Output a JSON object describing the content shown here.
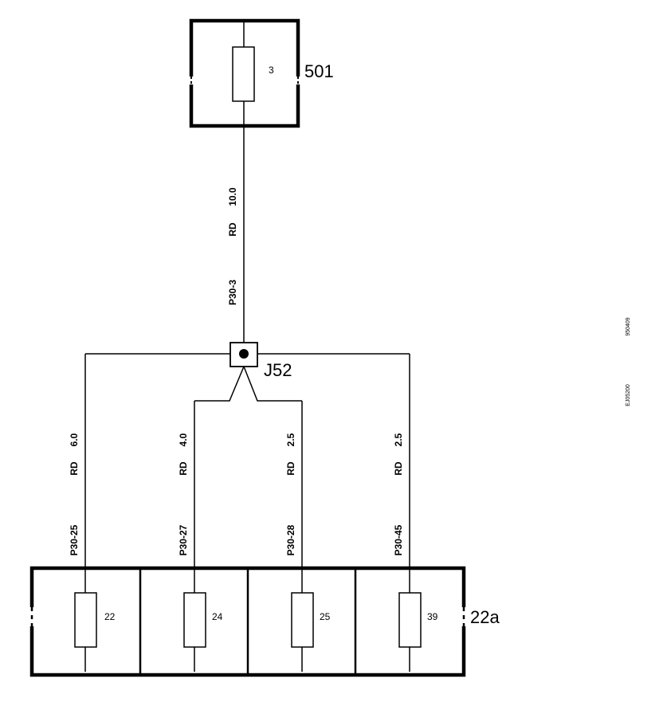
{
  "components": {
    "top_box": {
      "label": "501",
      "fuse": "3"
    },
    "bottom_box": {
      "label": "22a",
      "fuses": [
        "22",
        "24",
        "25",
        "39"
      ]
    }
  },
  "splice": {
    "label": "J52"
  },
  "wires": {
    "main": {
      "size": "10.0",
      "color": "RD",
      "circuit": "P30-3"
    },
    "branches": [
      {
        "size": "6.0",
        "color": "RD",
        "circuit": "P30-25"
      },
      {
        "size": "4.0",
        "color": "RD",
        "circuit": "P30-27"
      },
      {
        "size": "2.5",
        "color": "RD",
        "circuit": "P30-28"
      },
      {
        "size": "2.5",
        "color": "RD",
        "circuit": "P30-45"
      }
    ]
  },
  "codes": {
    "left": "EJ05200",
    "right": "950409"
  }
}
